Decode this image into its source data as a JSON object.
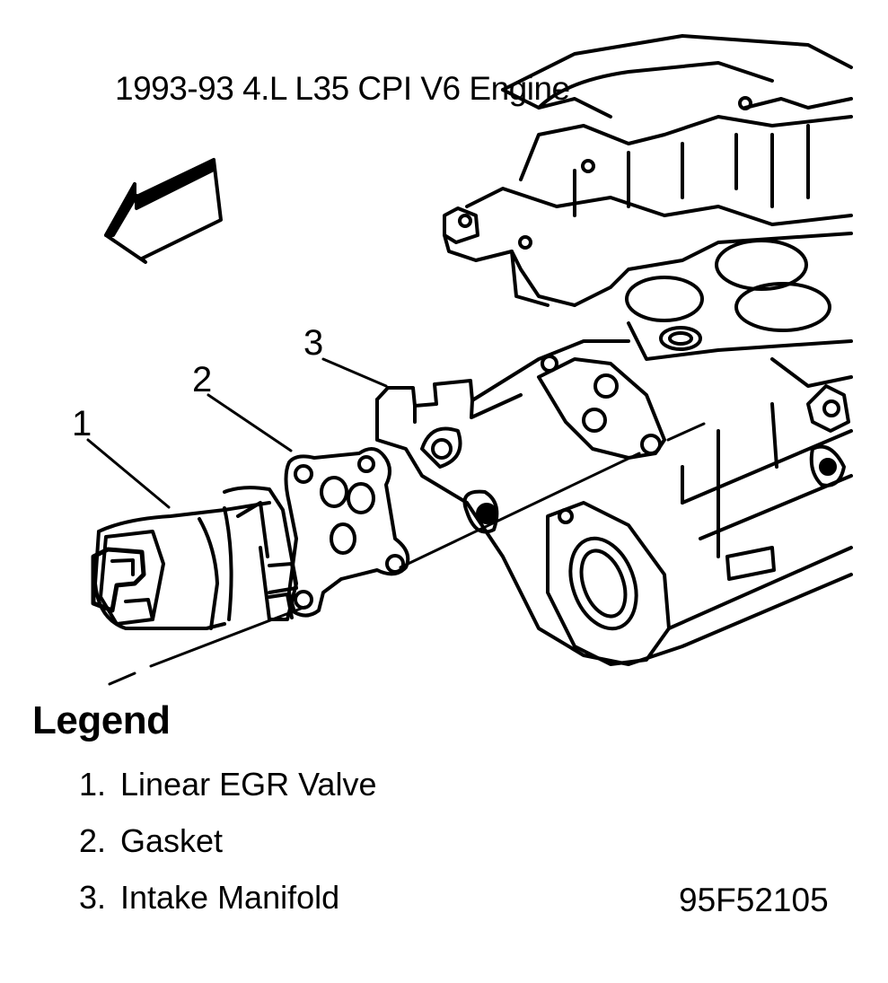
{
  "diagram": {
    "title": "1993-93 4.L L35 CPI V6 Engine",
    "figure_id": "95F52105",
    "callouts": [
      "1",
      "2",
      "3"
    ],
    "icons": [
      "direction-arrow-icon"
    ],
    "colors": {
      "ink": "#000000",
      "paper": "#ffffff"
    }
  },
  "legend": {
    "heading": "Legend",
    "items": [
      {
        "number": "1.",
        "label": "Linear EGR Valve"
      },
      {
        "number": "2.",
        "label": "Gasket"
      },
      {
        "number": "3.",
        "label": "Intake Manifold"
      }
    ]
  }
}
